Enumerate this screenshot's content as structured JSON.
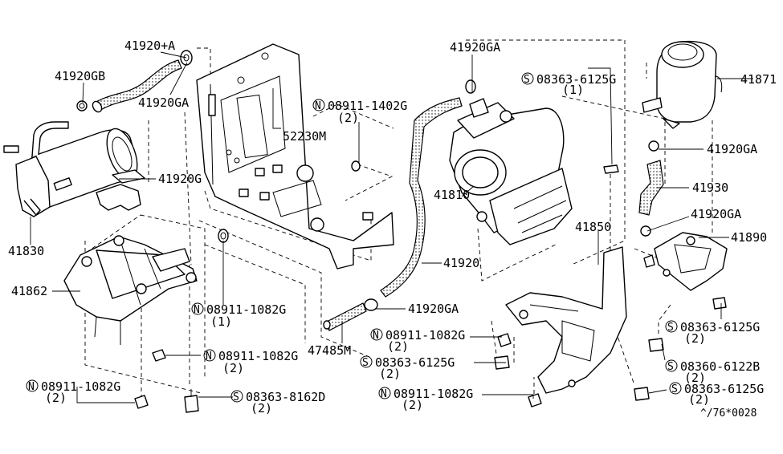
{
  "labels": {
    "p41920a": "41920+A",
    "p41920gb": "41920GB",
    "p41920ga_top": "41920GA",
    "p41920g": "41920G",
    "p41830": "41830",
    "p41862": "41862",
    "p52230m": "52230M",
    "n08911_1402g": "08911-1402G",
    "n08911_1402g_qty": "(2)",
    "p41920ga_upper": "41920GA",
    "s08363_6125g_top": "08363-6125G",
    "s08363_6125g_top_qty": "(1)",
    "p41871": "41871",
    "p41920ga_right": "41920GA",
    "p41930": "41930",
    "p41920ga_right2": "41920GA",
    "p41890": "41890",
    "p41810": "41810",
    "p41850": "41850",
    "p41920": "41920",
    "p41920ga_bottom": "41920GA",
    "p47485m": "47485M",
    "n08911_1082g_a": "08911-1082G",
    "n08911_1082g_a_qty": "(1)",
    "n08911_1082g_b": "08911-1082G",
    "n08911_1082g_b_qty": "(2)",
    "n08911_1082g_c": "08911-1082G",
    "n08911_1082g_c_qty": "(2)",
    "s08363_8162d": "08363-8162D",
    "s08363_8162d_qty": "(2)",
    "n08911_1082g_d": "08911-1082G",
    "n08911_1082g_d_qty": "(2)",
    "s08363_6125g_mid": "08363-6125G",
    "s08363_6125g_mid_qty": "(2)",
    "n08911_1082g_e": "08911-1082G",
    "n08911_1082g_e_qty": "(2)",
    "s08363_6125g_r1": "08363-6125G",
    "s08363_6125g_r1_qty": "(2)",
    "s08360_6122b": "08360-6122B",
    "s08360_6122b_qty": "(2)",
    "s08363_6125g_r2": "08363-6125G",
    "s08363_6125g_r2_qty": "(2)",
    "diagram_code": "^/76*0028"
  },
  "symbols": {
    "nut": "N",
    "screw": "S"
  }
}
